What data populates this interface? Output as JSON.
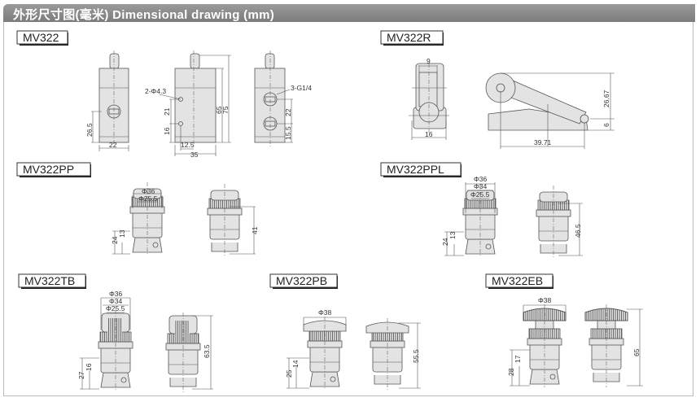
{
  "header": {
    "title": "外形尺寸图(毫米) Dimensional drawing (mm)"
  },
  "models": {
    "mv322": {
      "label": "MV322",
      "dims": [
        "26.5",
        "22",
        "2-Φ4.3",
        "21",
        "16",
        "12.5",
        "35",
        "65",
        "75",
        "3-G1/4",
        "22",
        "15.5"
      ]
    },
    "mv322r": {
      "label": "MV322R",
      "dims": [
        "9",
        "16",
        "26.67",
        "6",
        "39.71"
      ]
    },
    "mv322pp": {
      "label": "MV322PP",
      "dims": [
        "Φ36",
        "Φ25.5",
        "24",
        "13",
        "41"
      ]
    },
    "mv322ppl": {
      "label": "MV322PPL",
      "dims": [
        "Φ36",
        "Φ34",
        "Φ25.5",
        "24",
        "13",
        "46.5"
      ]
    },
    "mv322tb": {
      "label": "MV322TB",
      "dims": [
        "Φ36",
        "Φ34",
        "Φ25.5",
        "27",
        "16",
        "63.5"
      ]
    },
    "mv322pb": {
      "label": "MV322PB",
      "dims": [
        "Φ38",
        "25",
        "14",
        "55.5"
      ]
    },
    "mv322eb": {
      "label": "MV322EB",
      "dims": [
        "Φ38",
        "28",
        "17",
        "65"
      ]
    }
  }
}
